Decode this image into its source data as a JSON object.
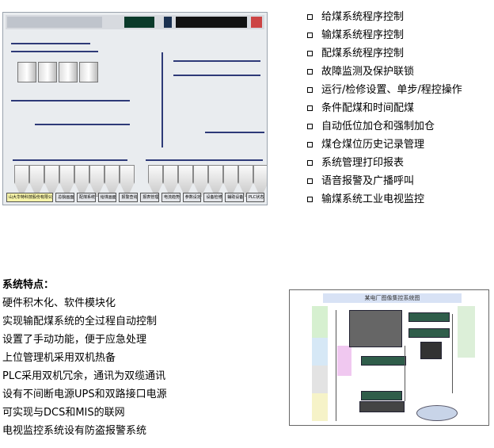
{
  "scada_image": {
    "company": "山大华特科技股份有限公司",
    "nav_buttons": [
      "总貌画面",
      "配煤系统",
      "给煤画面",
      "报警查询",
      "报表管理",
      "电流趋势",
      "参数设定",
      "设备检修",
      "辅助设备",
      "PLC状态"
    ]
  },
  "functions": [
    "给煤系统程序控制",
    "输煤系统程序控制",
    "配煤系统程序控制",
    "故障监测及保护联锁",
    "运行/检修设置、单步/程控操作",
    "条件配煤和时间配煤",
    "自动低位加仓和强制加仓",
    "煤仓煤位历史记录管理",
    "系统管理打印报表",
    "语音报警及广播呼叫",
    "输煤系统工业电视监控"
  ],
  "features": {
    "title": "系统特点：",
    "items": [
      "硬件积木化、软件模块化",
      "实现输配煤系统的全过程自动控制",
      "设置了手动功能，便于应急处理",
      "上位管理机采用双机热备",
      "PLC采用双机冗余，通讯为双缆通讯",
      "设有不间断电源UPS和双路接口电源",
      "可实现与DCS和MIS的联网",
      "电视监控系统设有防盗报警系统"
    ]
  },
  "cctv_image": {
    "title": "某电厂图像集控系统图"
  }
}
